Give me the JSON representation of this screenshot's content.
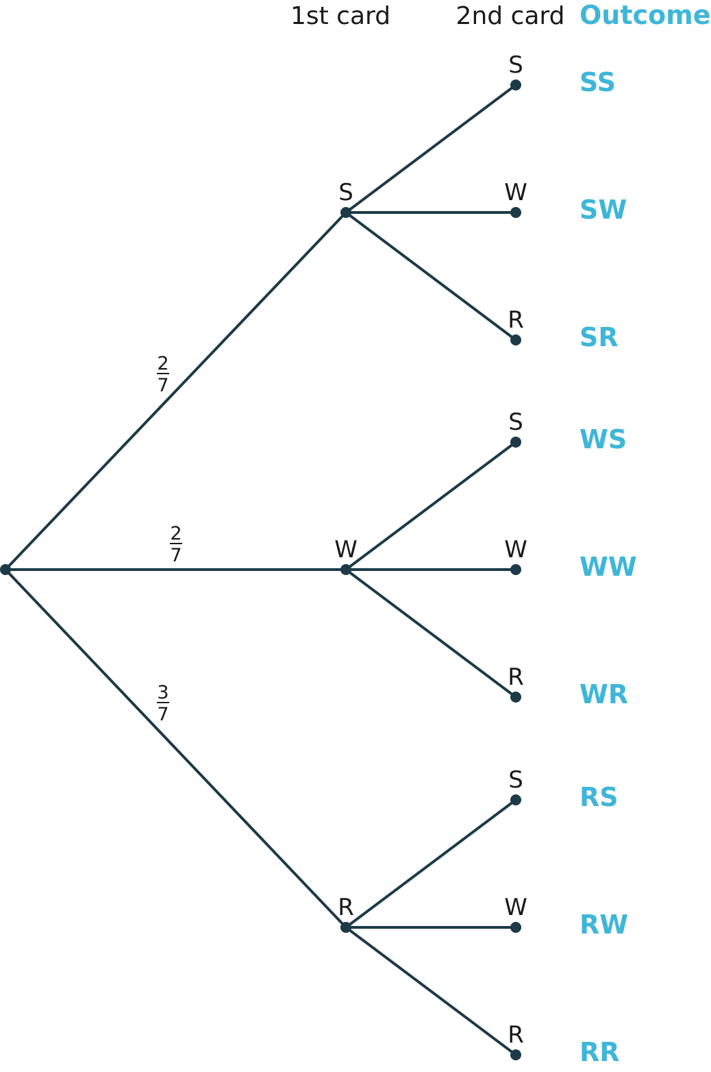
{
  "headers": {
    "first": "1st card",
    "second": "2nd card",
    "outcome": "Outcome"
  },
  "first_level": [
    {
      "label": "S",
      "probability": {
        "numerator": "2",
        "denominator": "7"
      },
      "children": [
        {
          "label": "S",
          "outcome": "SS"
        },
        {
          "label": "W",
          "outcome": "SW"
        },
        {
          "label": "R",
          "outcome": "SR"
        }
      ]
    },
    {
      "label": "W",
      "probability": {
        "numerator": "2",
        "denominator": "7"
      },
      "children": [
        {
          "label": "S",
          "outcome": "WS"
        },
        {
          "label": "W",
          "outcome": "WW"
        },
        {
          "label": "R",
          "outcome": "WR"
        }
      ]
    },
    {
      "label": "R",
      "probability": {
        "numerator": "3",
        "denominator": "7"
      },
      "children": [
        {
          "label": "S",
          "outcome": "RS"
        },
        {
          "label": "W",
          "outcome": "RW"
        },
        {
          "label": "R",
          "outcome": "RR"
        }
      ]
    }
  ],
  "colors": {
    "line": "#1c3a47",
    "accent": "#3fb6d8",
    "text": "#1a1a1a"
  }
}
